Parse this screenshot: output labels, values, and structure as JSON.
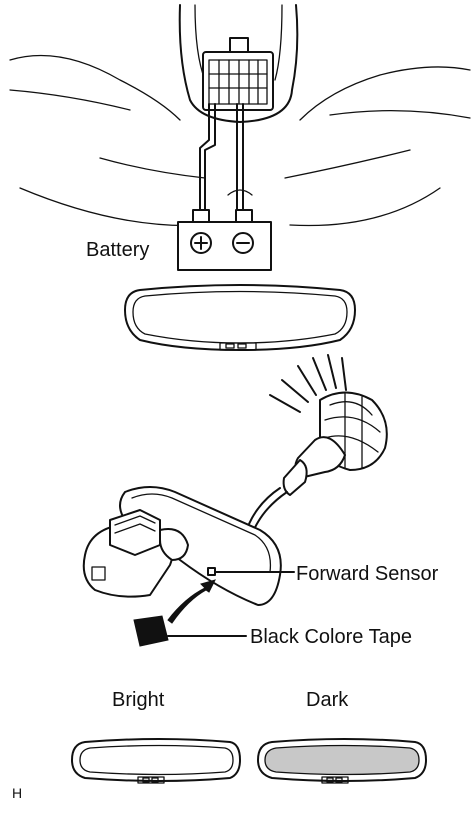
{
  "labels": {
    "battery": "Battery",
    "forward_sensor": "Forward Sensor",
    "black_tape": "Black Colore Tape",
    "bright": "Bright",
    "dark": "Dark",
    "corner_code": "H"
  },
  "mirror_states": {
    "bright_fill": "#ffffff",
    "dark_fill": "#c8c8c8"
  }
}
